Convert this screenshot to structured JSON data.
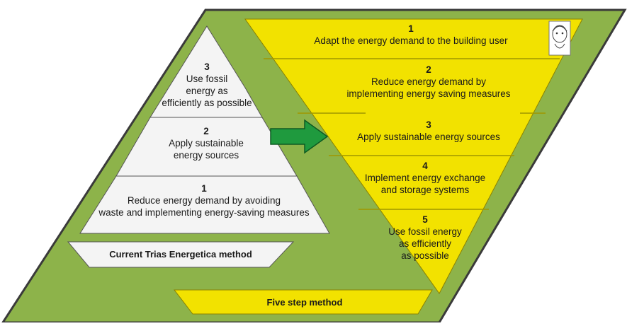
{
  "diagram": {
    "left_pyramid": {
      "steps": [
        {
          "number": "3",
          "lines": [
            "Use fossil",
            "energy as",
            "efficiently as possible"
          ]
        },
        {
          "number": "2",
          "lines": [
            "Apply sustainable",
            "energy sources"
          ]
        },
        {
          "number": "1",
          "lines": [
            "Reduce energy demand by avoiding",
            "waste and implementing energy-saving measures"
          ]
        }
      ],
      "caption": "Current Trias Energetica method"
    },
    "right_pyramid": {
      "steps": [
        {
          "number": "1",
          "lines": [
            "Adapt the energy demand to the building user"
          ]
        },
        {
          "number": "2",
          "lines": [
            "Reduce energy demand by",
            "implementing energy saving measures"
          ]
        },
        {
          "number": "3",
          "lines": [
            "Apply sustainable energy sources"
          ]
        },
        {
          "number": "4",
          "lines": [
            "Implement energy exchange",
            "and storage systems"
          ]
        },
        {
          "number": "5",
          "lines": [
            "Use fossil energy",
            "as efficiently",
            "as possible"
          ]
        }
      ],
      "caption": "Five step method"
    },
    "colors": {
      "background_green": "#8db34a",
      "border": "#3a3a3a",
      "yellow": "#f2e200",
      "white_tier": "#f4f4f4",
      "arrow": "#1f9a3e"
    }
  }
}
